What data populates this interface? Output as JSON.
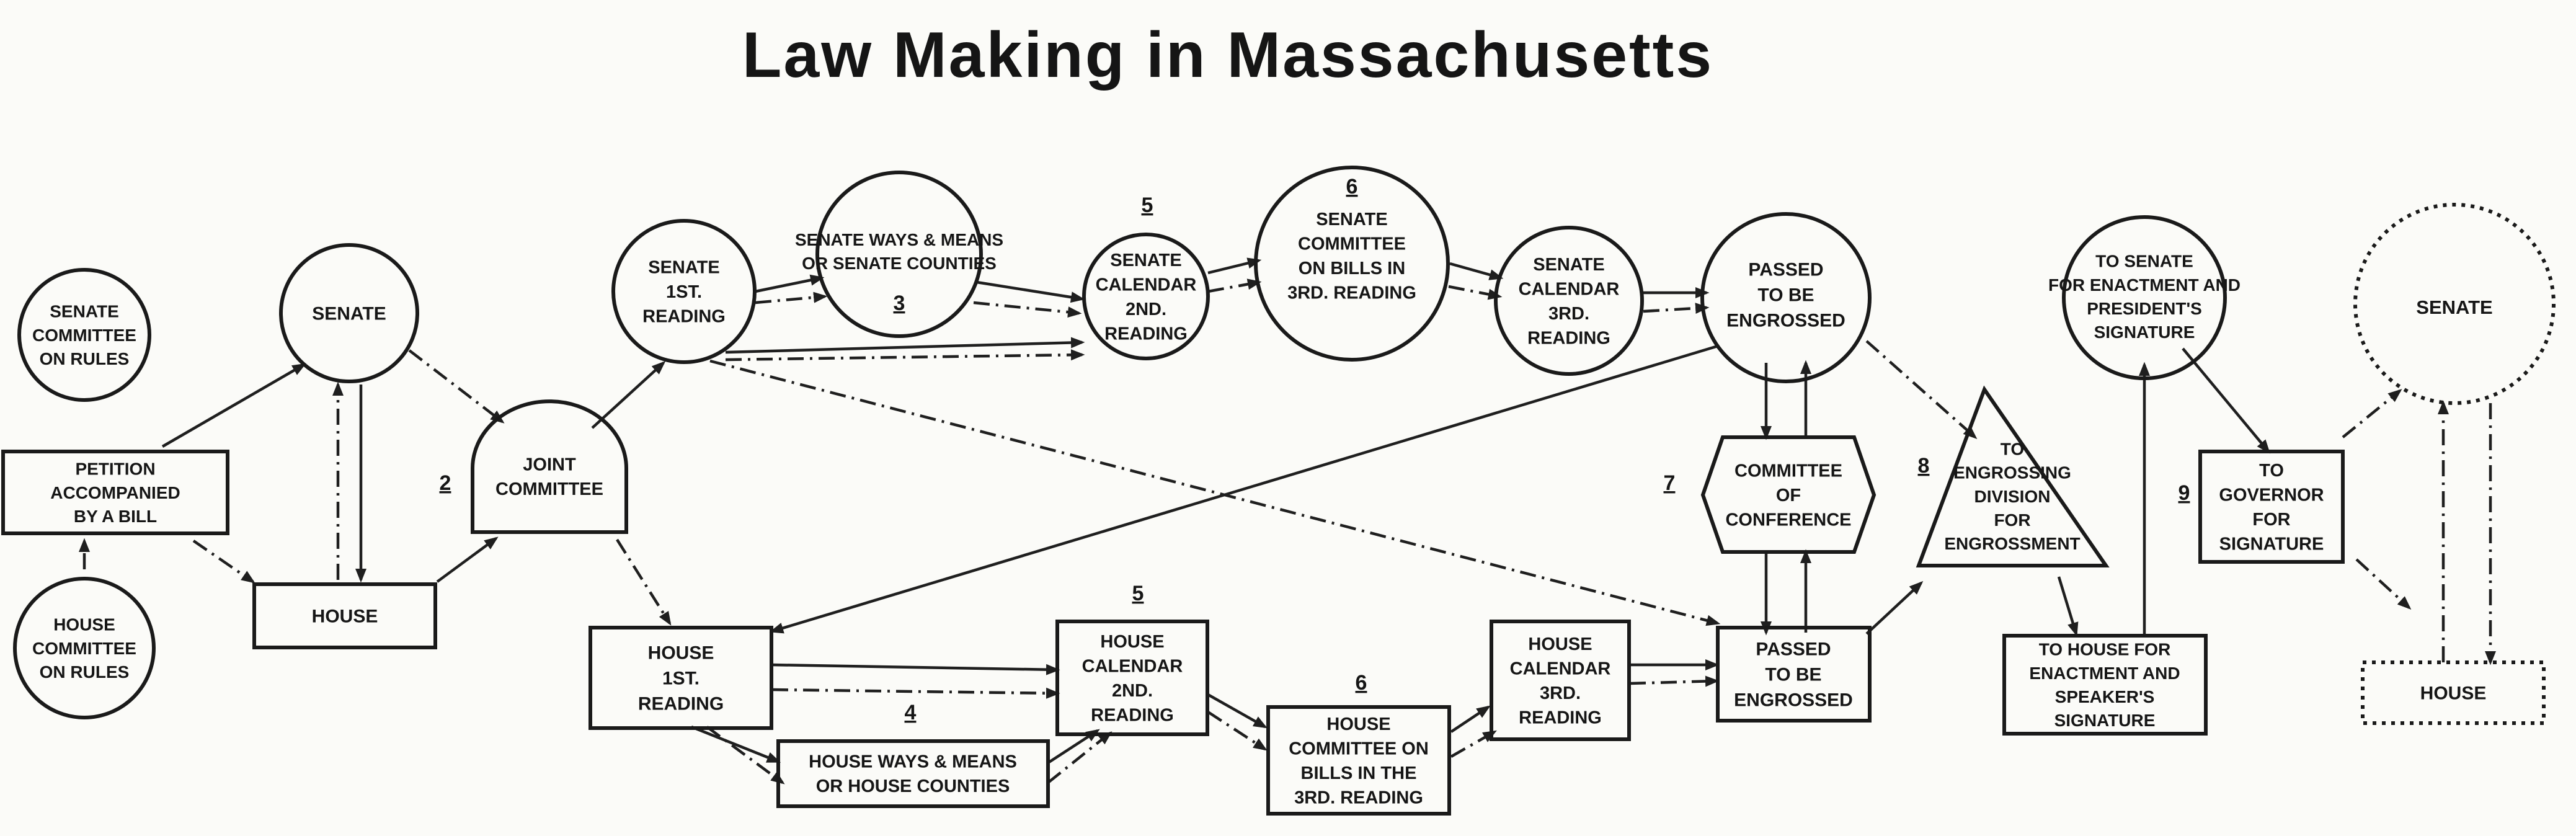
{
  "title": "Law Making in Massachusetts",
  "nodes": {
    "senate_rules": [
      "SENATE",
      "COMMITTEE",
      "ON RULES"
    ],
    "petition": [
      "PETITION",
      "ACCOMPANIED",
      "BY A BILL"
    ],
    "house_rules": [
      "HOUSE",
      "COMMITTEE",
      "ON RULES"
    ],
    "senate_left": [
      "SENATE"
    ],
    "house_left": [
      "HOUSE"
    ],
    "joint_committee": [
      "JOINT",
      "COMMITTEE"
    ],
    "senate_first": [
      "SENATE",
      "1ST.",
      "READING"
    ],
    "senate_ways": [
      "SENATE WAYS & MEANS",
      "OR SENATE COUNTIES"
    ],
    "senate_cal2": [
      "SENATE",
      "CALENDAR",
      "2ND.",
      "READING"
    ],
    "senate_bills3": [
      "SENATE",
      "COMMITTEE",
      "ON BILLS IN",
      "3RD. READING"
    ],
    "senate_cal3": [
      "SENATE",
      "CALENDAR",
      "3RD.",
      "READING"
    ],
    "senate_passed": [
      "PASSED",
      "TO BE",
      "ENGROSSED"
    ],
    "conference": [
      "COMMITTEE",
      "OF",
      "CONFERENCE"
    ],
    "house_first": [
      "HOUSE",
      "1ST.",
      "READING"
    ],
    "house_ways": [
      "HOUSE WAYS & MEANS",
      "OR HOUSE COUNTIES"
    ],
    "house_cal2": [
      "HOUSE",
      "CALENDAR",
      "2ND.",
      "READING"
    ],
    "house_bills3": [
      "HOUSE",
      "COMMITTEE ON",
      "BILLS IN THE",
      "3RD. READING"
    ],
    "house_cal3": [
      "HOUSE",
      "CALENDAR",
      "3RD.",
      "READING"
    ],
    "house_passed": [
      "PASSED",
      "TO BE",
      "ENGROSSED"
    ],
    "engrossing": [
      "TO",
      "ENGROSSING",
      "DIVISION",
      "FOR",
      "ENGROSSMENT"
    ],
    "senate_enact": [
      "TO SENATE",
      "FOR ENACTMENT AND",
      "PRESIDENT'S",
      "SIGNATURE"
    ],
    "house_enact": [
      "TO HOUSE FOR",
      "ENACTMENT AND",
      "SPEAKER'S",
      "SIGNATURE"
    ],
    "governor": [
      "TO",
      "GOVERNOR",
      "FOR",
      "SIGNATURE"
    ],
    "senate_right": [
      "SENATE"
    ],
    "house_right": [
      "HOUSE"
    ]
  },
  "steps": {
    "joint": "2",
    "senate_ways": "3",
    "house_ways": "4",
    "senate_cal2": "5",
    "house_cal2": "5",
    "senate_bills3": "6",
    "house_bills3": "6",
    "conference": "7",
    "engrossing": "8",
    "governor": "9"
  }
}
